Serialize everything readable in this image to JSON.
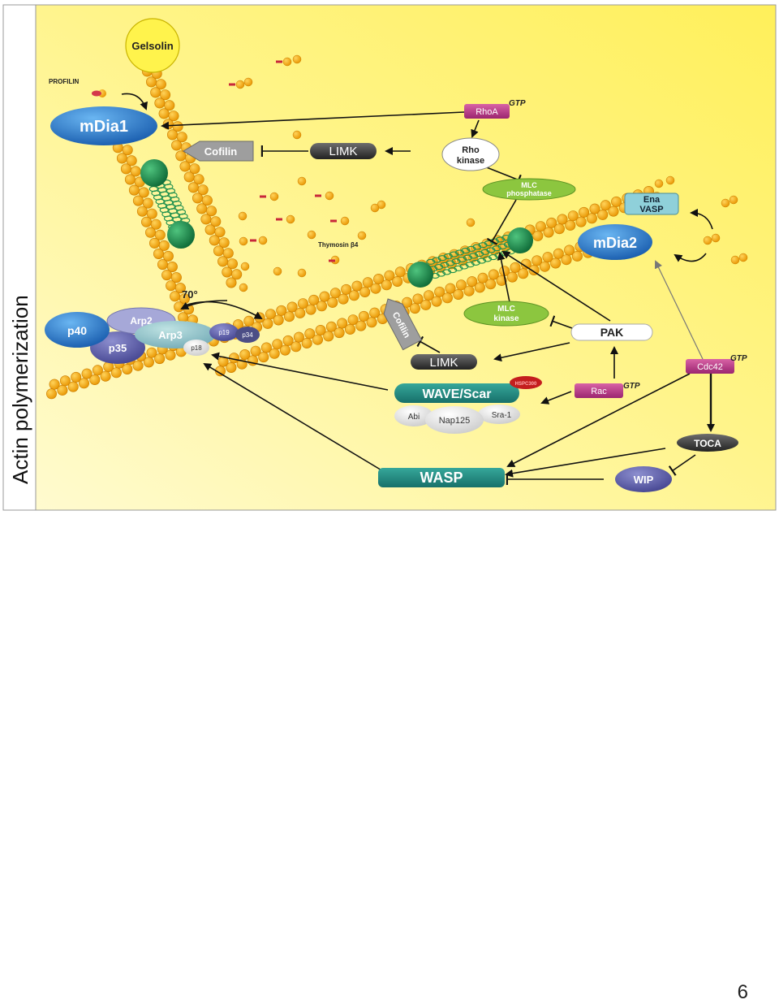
{
  "side_title": "Actin polymerization",
  "page_number": "6",
  "colors": {
    "background_light": "#fffbd0",
    "background_dark": "#fff05a",
    "actin_bead": "#f6a800",
    "actin_bead_edge": "#c97b00",
    "myosin_green": "#1d8f4e",
    "teal_box": "#1f8a80",
    "magenta_gtp": "#c23a8a",
    "blue_oval": "#1e74c8",
    "green_oval": "#8cc63f",
    "dark_pill": "#3b3b3b"
  },
  "labels": {
    "gelsolin": "Gelsolin",
    "profilin": "PROFILIN",
    "mdia1": "mDia1",
    "cofilin_top": "Cofilin",
    "limk_top": "LIMK",
    "rhoa": "RhoA",
    "rhoa_gtp": "GTP",
    "rho_kinase_line1": "Rho",
    "rho_kinase_line2": "kinase",
    "mlc_phosphatase_line1": "MLC",
    "mlc_phosphatase_line2": "phosphatase",
    "ena_vasp_line1": "Ena",
    "ena_vasp_line2": "VASP",
    "mdia2": "mDia2",
    "thymosin": "Thymosin β4",
    "angle": "70°",
    "p40": "p40",
    "arp2": "Arp2",
    "arp3": "Arp3",
    "p19": "p19",
    "p34": "p34",
    "p35": "p35",
    "p18": "p18",
    "cofilin_bottom": "Cofilin",
    "mlc_kinase_line1": "MLC",
    "mlc_kinase_line2": "kinase",
    "pak": "PAK",
    "limk_bottom": "LIMK",
    "wave_scar": "WAVE/Scar",
    "hspc300": "HSPC300",
    "rac": "Rac",
    "rac_gtp": "GTP",
    "abi": "Abi",
    "nap125": "Nap125",
    "sra1": "Sra-1",
    "cdc42": "Cdc42",
    "cdc42_gtp": "GTP",
    "toca": "TOCA",
    "wasp": "WASP",
    "wip": "WIP"
  }
}
